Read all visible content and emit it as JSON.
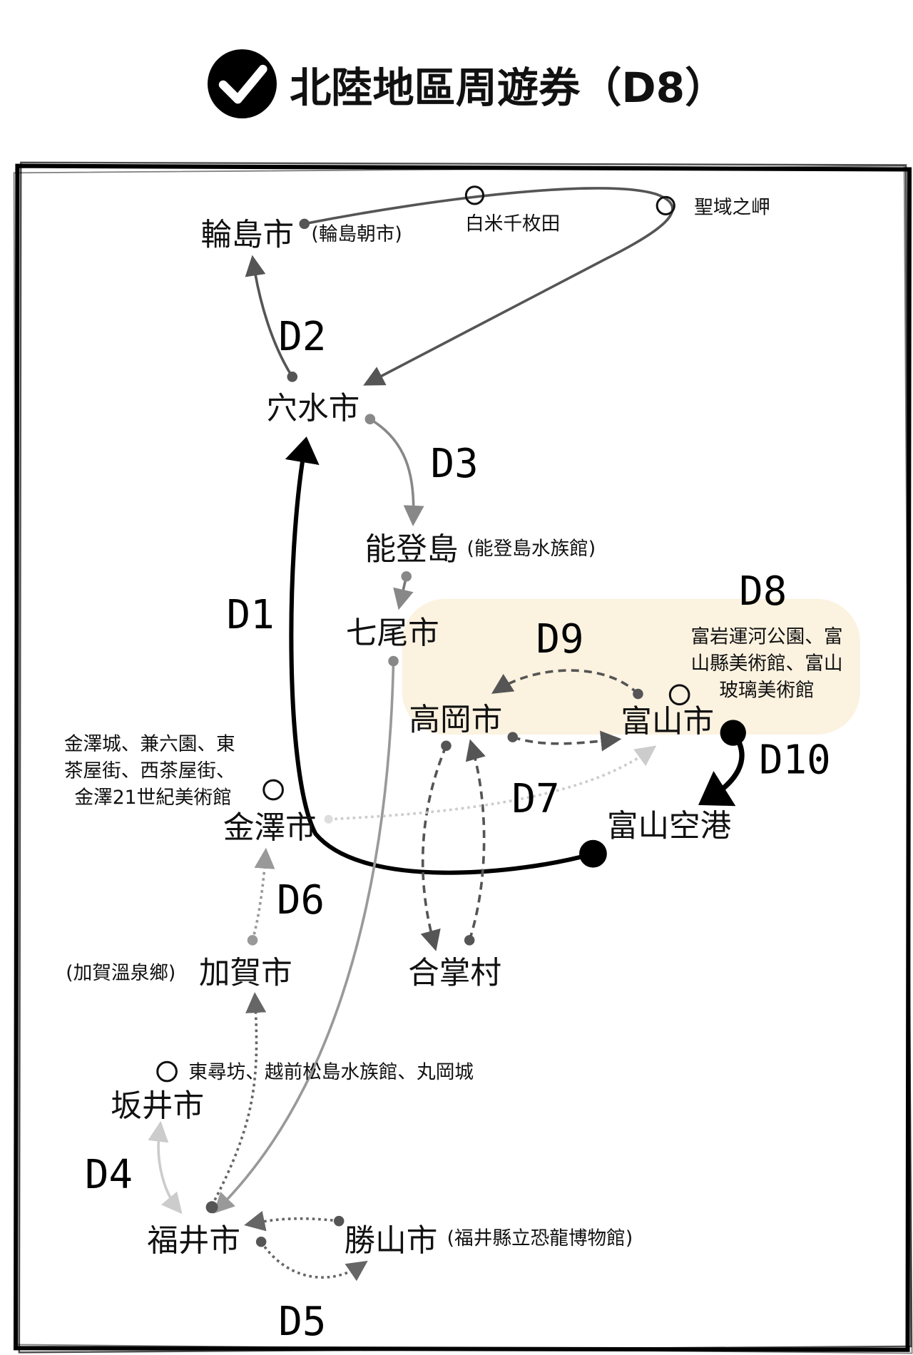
{
  "title": "北陸地區周遊券（D8）",
  "highlight_color": "#fbf2e0",
  "cities": {
    "wajima": "輪島市",
    "anamizu": "穴水市",
    "notojima": "能登島",
    "nanao": "七尾市",
    "takaoka": "高岡市",
    "toyama": "富山市",
    "toyama_airport": "富山空港",
    "kanazawa": "金澤市",
    "kaga": "加賀市",
    "gassho": "合掌村",
    "sakai": "坂井市",
    "fukui": "福井市",
    "katsuyama": "勝山市"
  },
  "notes": {
    "wajima": "(輪島朝市)",
    "shiroyone": "白米千枚田",
    "seiiki": "聖域之岬",
    "notojima": "(能登島水族館)",
    "toyama_1": "富岩運河公園、富",
    "toyama_2": "山縣美術館、富山",
    "toyama_3": "玻璃美術館",
    "kanazawa_1": "金澤城、兼六園、東",
    "kanazawa_2": "茶屋街、西茶屋街、",
    "kanazawa_3": "金澤21世紀美術館",
    "kaga": "(加賀溫泉鄉)",
    "sakai": "東尋坊、越前松島水族館、丸岡城",
    "katsuyama": "(福井縣立恐龍博物館)"
  },
  "days": {
    "d1": "D1",
    "d2": "D2",
    "d3": "D3",
    "d4": "D4",
    "d5": "D5",
    "d6": "D6",
    "d7": "D7",
    "d8": "D8",
    "d9": "D9",
    "d10": "D10"
  }
}
